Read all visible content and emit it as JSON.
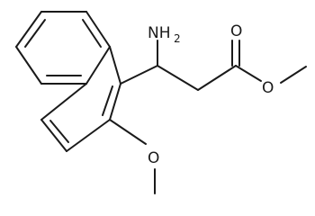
{
  "molecule": {
    "labels": {
      "amine": "NH",
      "amine_sub": "2",
      "carbonyl_o": "O",
      "ester_o": "O",
      "methoxy_o": "O"
    }
  }
}
